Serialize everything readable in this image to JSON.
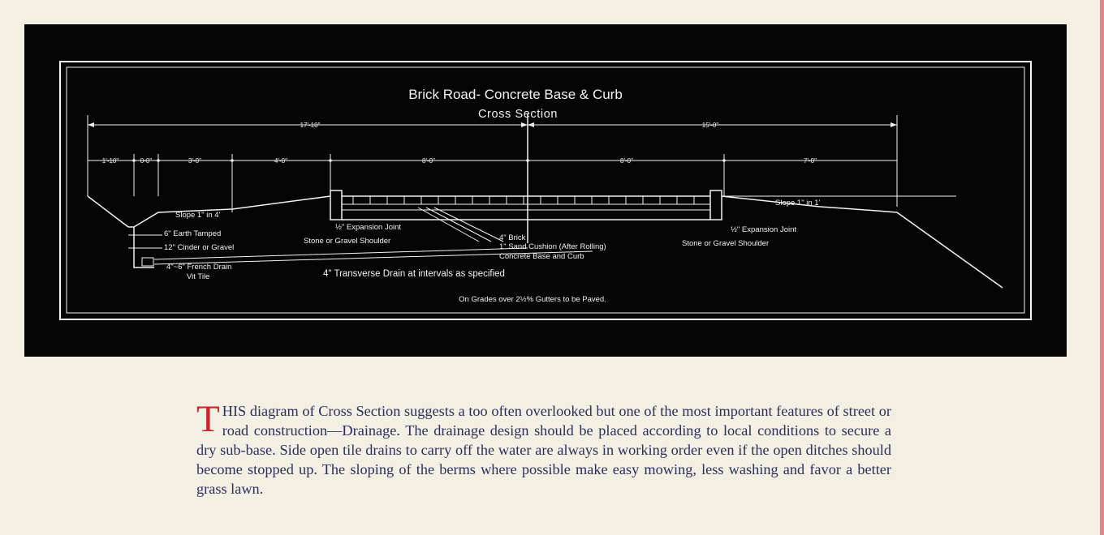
{
  "diagram": {
    "title": "Brick Road- Concrete Base & Curb",
    "subtitle": "Cross Section",
    "overall_dims": [
      "17'-10\"",
      "15'-0\""
    ],
    "segment_dims": [
      "1'-10\"",
      "0-0\"",
      "3'-0\"",
      "4'-0\"",
      "8'-0\"",
      "8'-0\"",
      "7'-0\""
    ],
    "labels": {
      "earth_tamped": "6\" Earth Tamped",
      "cinder_gravel": "12\" Cinder or Gravel",
      "french_drain": "4\"~6\" French Drain",
      "vit_tile": "Vit Tile",
      "slope_left": "Slope 1\" in 4'",
      "expansion_joint_left": "½\" Expansion Joint",
      "stone_shoulder_left": "Stone or Gravel Shoulder",
      "brick": "4\" Brick",
      "sand_cushion": "1\" Sand Cushion (After Rolling)",
      "concrete_base": "Concrete Base and Curb",
      "transverse_drain": "4\" Transverse Drain at intervals as specified",
      "expansion_joint_right": "½\" Expansion Joint",
      "stone_shoulder_right": "Stone or Gravel Shoulder",
      "slope_right": "Slope 1\" in 1'",
      "note": "On Grades over 2½% Gutters to be Paved."
    }
  },
  "body": {
    "dropcap": "T",
    "text": "HIS diagram of Cross Section suggests a too often overlooked but one of the most important features of street or road construction—Drainage. The drainage design should be placed according to local conditions to secure a dry sub-base. Side open tile drains to carry off the water are always in working order even if the open ditches should become stopped up. The sloping of the berms where possible make easy mowing, less washing and favor a better grass lawn."
  }
}
